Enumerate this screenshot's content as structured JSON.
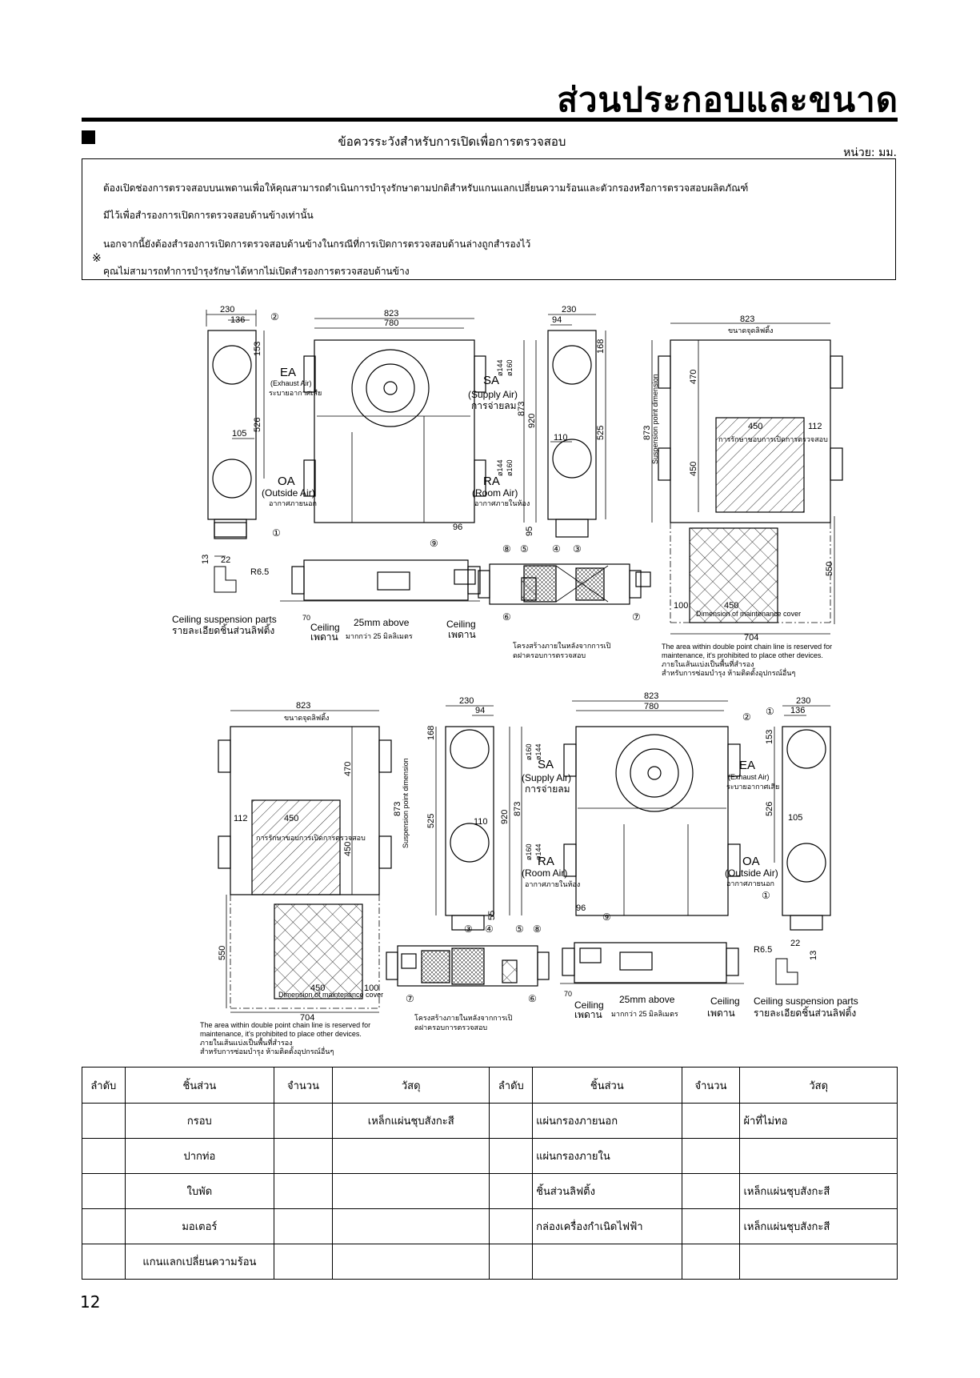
{
  "page": {
    "title": "ส่วนประกอบและขนาด",
    "section_title": "ข้อควรระวังสำหรับการเปิดเพื่อการตรวจสอบ",
    "unit": "หน่วย: มม.",
    "page_number": "12"
  },
  "notice": {
    "lines": [
      "ต้องเปิดช่องการตรวจสอบบนเพดานเพื่อให้คุณสามารถดำเนินการบำรุงรักษาตามปกติสำหรับแกนแลกเปลี่ยนความร้อนและตัวกรองหรือการตรวจสอบผลิตภัณฑ์",
      "มีไว้เพื่อสำรองการเปิดการตรวจสอบด้านข้างเท่านั้น",
      "นอกจากนี้ยังต้องสำรองการเปิดการตรวจสอบด้านข้างในกรณีที่การเปิดการตรวจสอบด้านล่างถูกสำรองไว้",
      "คุณไม่สามารถทำการบำรุงรักษาได้หากไม่เปิดสำรองการตรวจสอบด้านข้าง"
    ],
    "mark": "※"
  },
  "diagram": {
    "dims": {
      "d230": "230",
      "d136": "136",
      "d153": "153",
      "d526": "526",
      "d105": "105",
      "d823": "823",
      "d780": "780",
      "d873": "873",
      "d920": "920",
      "d96": "96",
      "d95": "95",
      "d94": "94",
      "d168": "168",
      "d525": "525",
      "d110": "110",
      "d470": "470",
      "d450": "450",
      "d112": "112",
      "d550": "550",
      "d704": "704",
      "d100": "100",
      "d22": "22",
      "d13": "13",
      "d70": "70",
      "d55": "55",
      "r65": "R6.5",
      "d144": "ø144",
      "d160": "ø160"
    },
    "labels": {
      "ea": "EA",
      "exhaust_air": "(Exhaust Air)",
      "exhaust_th": "ระบายอากาศเสีย",
      "sa": "SA",
      "supply_air": "(Supply Air)",
      "supply_th": "การจ่ายลม",
      "oa": "OA",
      "outside_air": "(Outside Air)",
      "outside_th": "อากาศภายนอก",
      "ra": "RA",
      "room_air": "(Room Air)",
      "room_th": "อากาศภายในห้อง",
      "ceiling_suspension_parts": "Ceiling suspension parts",
      "ceiling_suspension_th": "รายละเอียดชิ้นส่วนลิฟติ้ง",
      "ceiling": "Ceiling",
      "ceiling_th": "เพดาน",
      "above_25": "25mm above",
      "above_25_th": "มากกว่า 25 มิลลิเมตร",
      "structure_th_1": "โครงสร้างภายในหลังจากการเปิ",
      "structure_th_2": "ดฝาครอบการตรวจสอบ",
      "area_note_1": "The area within double point chain line is reserved for",
      "area_note_2": "maintenance, it's prohibited to place other devices.",
      "area_note_th_1": "ภายในเส้นแบ่งเป็นพื้นที่สำรอง",
      "area_note_th_2": "สำหรับการซ่อมบำรุง ห้ามติดตั้งอุปกรณ์อื่นๆ",
      "suspension_point_dim": "Suspension point dimension",
      "lifting_th": "ขนาดจุดลิฟติ้ง",
      "service_dim_th": "การรักษาขอบการเปิดการตรวจสอบ",
      "maintenance_cover_dim": "Dimension of maintenance cover",
      "n1": "①",
      "n2": "②",
      "n3": "③",
      "n4": "④",
      "n5": "⑤",
      "n6": "⑥",
      "n7": "⑦",
      "n8": "⑧",
      "n9": "⑨"
    }
  },
  "parts_table": {
    "headers": [
      "ลำดับ",
      "ชิ้นส่วน",
      "จำนวน",
      "วัสดุ",
      "ลำดับ",
      "ชิ้นส่วน",
      "จำนวน",
      "วัสดุ"
    ],
    "rows": [
      [
        "",
        "กรอบ",
        "",
        "เหล็กแผ่นชุบสังกะสี",
        "",
        "แผ่นกรองภายนอก",
        "",
        "ผ้าที่ไม่ทอ"
      ],
      [
        "",
        "ปากท่อ",
        "",
        "",
        "",
        "แผ่นกรองภายใน",
        "",
        ""
      ],
      [
        "",
        "ใบพัด",
        "",
        "",
        "",
        "ชิ้นส่วนลิฟติ้ง",
        "",
        "เหล็กแผ่นชุบสังกะสี"
      ],
      [
        "",
        "มอเตอร์",
        "",
        "",
        "",
        "กล่องเครื่องกำเนิดไฟฟ้า",
        "",
        "เหล็กแผ่นชุบสังกะสี"
      ],
      [
        "",
        "แกนแลกเปลี่ยนความร้อน",
        "",
        "",
        "",
        "",
        "",
        ""
      ]
    ]
  }
}
